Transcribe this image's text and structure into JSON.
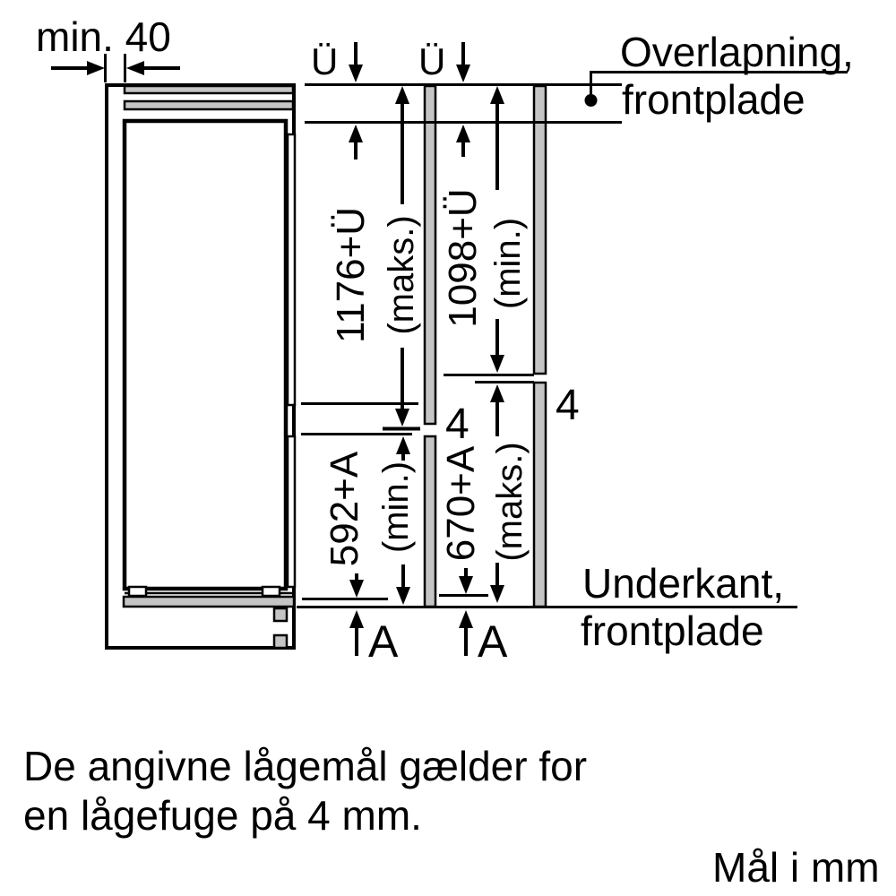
{
  "colors": {
    "line": "#000000",
    "panel_gray": "#c5c5c5",
    "background": "#ffffff"
  },
  "top": {
    "min_clearance": "min. 40",
    "ue_left": "Ü",
    "ue_right": "Ü",
    "overlap_label_line1": "Overlapning,",
    "overlap_label_line2": "frontplade"
  },
  "dimensions": {
    "upper_door": {
      "value": "1176+Ü",
      "qualifier": "(maks.)"
    },
    "upper_panel": {
      "value": "1098+Ü",
      "qualifier": "(min.)"
    },
    "lower_door": {
      "value": "592+A",
      "qualifier": "(min.)"
    },
    "lower_panel": {
      "value": "670+A",
      "qualifier": "(maks.)"
    },
    "gap_door_joint": "4",
    "gap_panel_joint": "4",
    "bottom_offset_left": "A",
    "bottom_offset_right": "A"
  },
  "bottom": {
    "underkant_label_line1": "Underkant,",
    "underkant_label_line2": "frontplade"
  },
  "notes": {
    "footnote_line1": "De angivne lågemål gælder for",
    "footnote_line2": "en lågefuge på 4 mm.",
    "units": "Mål i mm"
  }
}
